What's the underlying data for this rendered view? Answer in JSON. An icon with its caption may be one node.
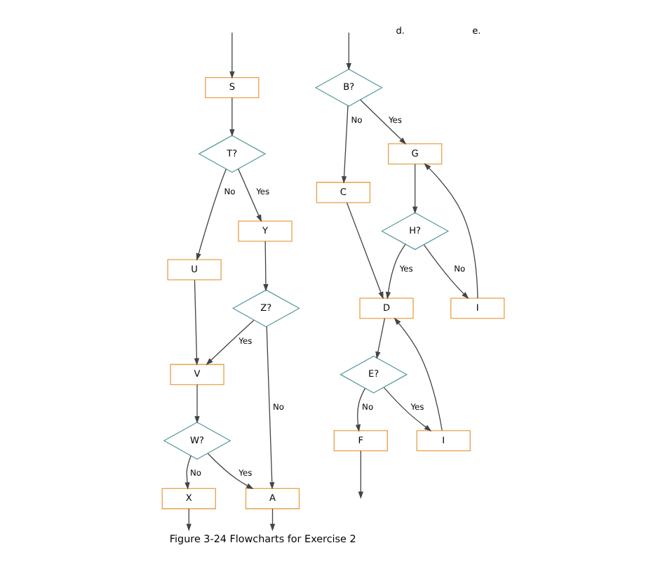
{
  "diagram": {
    "caption": "Figure 3-24 Flowcharts for Exercise 2",
    "nodes": [
      {
        "text": [
          "S"
        ]
      },
      {
        "text": [
          "T?"
        ]
      },
      {
        "text": [
          "U"
        ]
      },
      {
        "text": [
          "Y"
        ]
      },
      {
        "text": [
          "Z?"
        ]
      },
      {
        "text": [
          "V"
        ]
      },
      {
        "text": [
          "W?"
        ]
      },
      {
        "text": [
          "X"
        ]
      },
      {
        "text": [
          "A"
        ]
      },
      {
        "text": [
          "B?"
        ]
      },
      {
        "text": [
          "C"
        ]
      },
      {
        "text": [
          "G"
        ]
      },
      {
        "text": [
          "H?"
        ]
      },
      {
        "text": [
          "D"
        ]
      },
      {
        "text": [
          "I"
        ]
      },
      {
        "text": [
          "E?"
        ]
      },
      {
        "text": [
          "I"
        ]
      },
      {
        "text": [
          "F"
        ]
      }
    ],
    "edges": [
      {
        "from": null,
        "to": 0,
        "arrow": "to"
      },
      {
        "from": 0,
        "to": 1,
        "arrow": "to"
      },
      {
        "from": 1,
        "to": 2,
        "arrow": "to",
        "label": "No"
      },
      {
        "from": 1,
        "to": 3,
        "arrow": "to",
        "label": "Yes"
      },
      {
        "from": 2,
        "to": 5,
        "arrow": "to"
      },
      {
        "from": 3,
        "to": 4,
        "arrow": "to"
      },
      {
        "from": 4,
        "to": 5,
        "arrow": "to",
        "label": "Yes"
      },
      {
        "from": 4,
        "to": 8,
        "arrow": "to",
        "label": "No"
      },
      {
        "from": 5,
        "to": 6,
        "arrow": "to"
      },
      {
        "from": 6,
        "to": 7,
        "arrow": "to",
        "label": "No"
      },
      {
        "from": 6,
        "to": 8,
        "arrow": "to",
        "label": "Yes"
      },
      {
        "from": 7,
        "to": null,
        "arrow": "to"
      },
      {
        "from": 8,
        "to": null,
        "arrow": "to"
      },
      {
        "from": null,
        "to": 9,
        "arrow": "to"
      },
      {
        "from": 9,
        "to": 10,
        "arrow": "to",
        "label": "No"
      },
      {
        "from": 9,
        "to": 11,
        "arrow": "to",
        "label": "Yes"
      },
      {
        "from": 10,
        "to": 13,
        "arrow": "to"
      },
      {
        "from": 11,
        "to": 12,
        "arrow": "to"
      },
      {
        "from": 12,
        "to": 13,
        "arrow": "to",
        "label": "Yes"
      },
      {
        "from": 12,
        "to": 14,
        "arrow": "to",
        "label": "No"
      },
      {
        "from": 14,
        "to": 11,
        "arrow": "to"
      },
      {
        "from": 13,
        "to": 15,
        "arrow": "to"
      },
      {
        "from": 15,
        "to": 16,
        "arrow": "to",
        "label": "Yes"
      },
      {
        "from": 16,
        "to": 13,
        "arrow": "to"
      },
      {
        "from": 15,
        "to": 17,
        "arrow": "to",
        "label": "No"
      },
      {
        "from": 17,
        "to": null,
        "arrow": "to"
      }
    ],
    "labels": [
      "d.",
      "e."
    ]
  }
}
